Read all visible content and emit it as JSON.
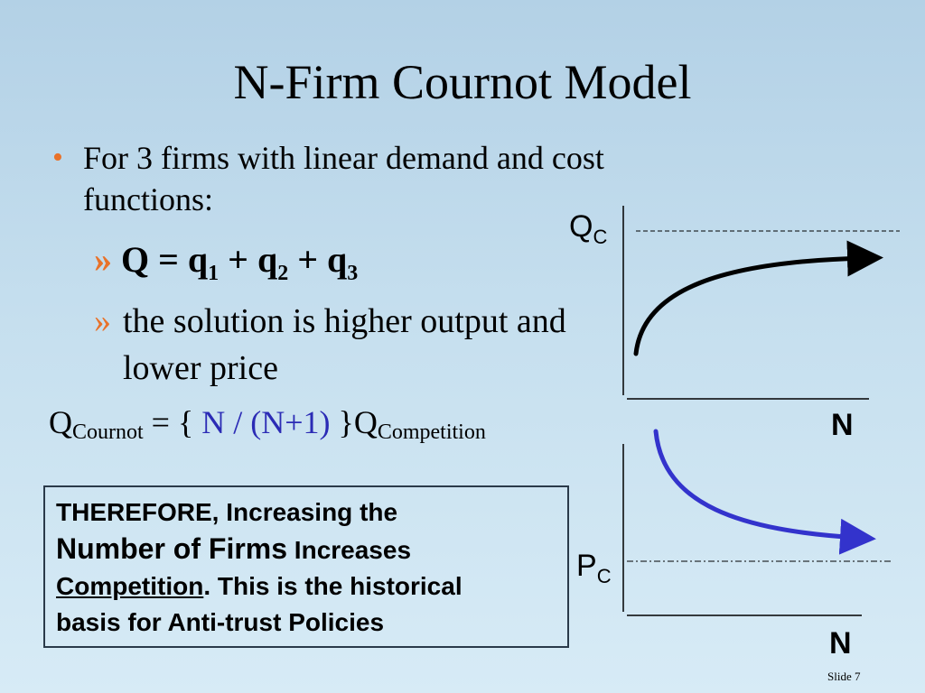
{
  "title": "N-Firm Cournot Model",
  "bullets": {
    "main": "For 3 firms with linear demand and cost functions:",
    "sub_marker": "»",
    "sub1": {
      "lhs": "Q = q",
      "i1": "1",
      "plus1": " + q",
      "i2": "2",
      "plus2": " + q",
      "i3": "3"
    },
    "sub2": "the solution is higher output and lower price"
  },
  "equation": {
    "q1": "Q",
    "sub1": "Cournot",
    "mid": " = { ",
    "blue": "N / (N+1)",
    "end": " }Q",
    "sub2": "Competition"
  },
  "box": {
    "line1": "THEREFORE,  Increasing the",
    "line2a": "Number  of Firms",
    "line2b": " Increases",
    "line3a": "Competition",
    "line3b": ".  This is the historical",
    "line4": "basis for Anti-trust Policies"
  },
  "graph_top": {
    "y_label": "Q",
    "y_sub": "C",
    "x_label": "N",
    "curve_color": "#000000"
  },
  "graph_bottom": {
    "y_label": "P",
    "y_sub": "C",
    "x_label": "N",
    "curve_color": "#3333cc"
  },
  "colors": {
    "bullet": "#e8722a",
    "formula_blue": "#2b2bb5"
  },
  "footer": {
    "slide": "Slide 7"
  }
}
